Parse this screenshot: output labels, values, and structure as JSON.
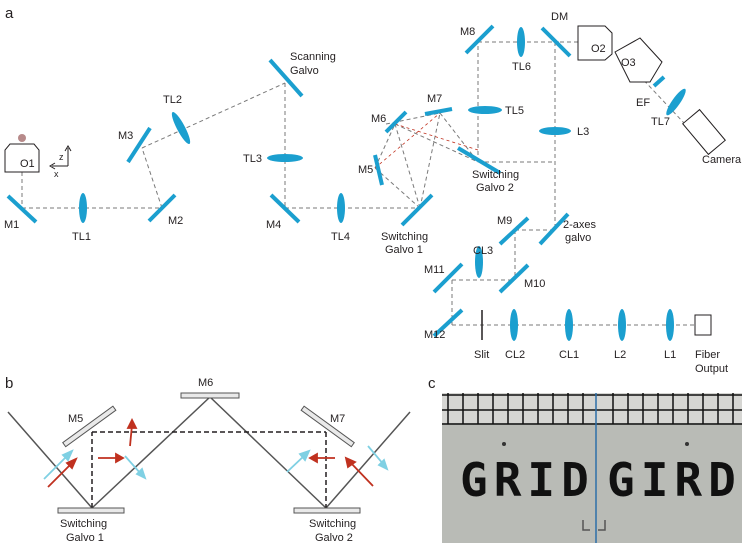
{
  "panels": {
    "a": "a",
    "b": "b",
    "c": "c"
  },
  "colors": {
    "optic": "#1b9fcf",
    "beam": "#7a7a7a",
    "red": "#c0311f",
    "cyan": "#7fd0e3",
    "photo_bg": "#b9bbb6"
  },
  "panel_a": {
    "mirrors": [
      "M1",
      "M2",
      "M3",
      "M4",
      "M5",
      "M6",
      "M7",
      "M8",
      "M9",
      "M10",
      "M11",
      "M12"
    ],
    "lenses": [
      "TL1",
      "TL2",
      "TL3",
      "TL4",
      "TL5",
      "TL6",
      "TL7",
      "L1",
      "L2",
      "L3",
      "CL1",
      "CL2",
      "CL3"
    ],
    "labels": {
      "o1": "O1",
      "o2": "O2",
      "o3": "O3",
      "dm": "DM",
      "ef": "EF",
      "camera": "Camera",
      "scanning_galvo_1": "Scanning",
      "scanning_galvo_2": "Galvo",
      "switching_galvo1_1": "Switching",
      "switching_galvo1_2": "Galvo 1",
      "switching_galvo2_1": "Switching",
      "switching_galvo2_2": "Galvo 2",
      "axes_galvo_1": "2-axes",
      "axes_galvo_2": "galvo",
      "slit": "Slit",
      "fiber_1": "Fiber",
      "fiber_2": "Output",
      "axis_z": "z",
      "axis_x": "x"
    }
  },
  "panel_b": {
    "labels": {
      "m5": "M5",
      "m6": "M6",
      "m7": "M7",
      "galvo1_1": "Switching",
      "galvo1_2": "Galvo 1",
      "galvo2_1": "Switching",
      "galvo2_2": "Galvo 2"
    }
  },
  "panel_c": {
    "left_text": "GRID",
    "right_text": "GIRD"
  }
}
